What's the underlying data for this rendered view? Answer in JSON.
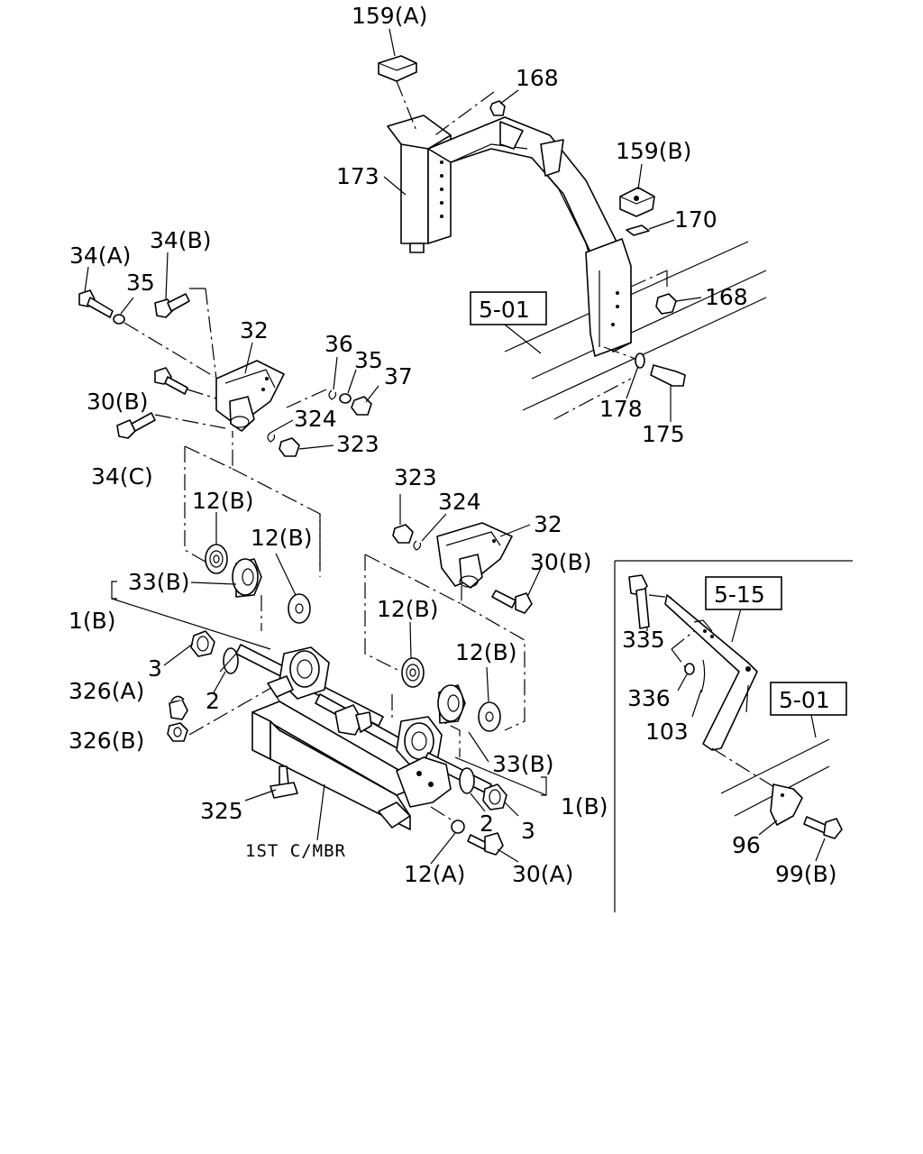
{
  "labels": {
    "p159a": "159(A)",
    "p168a": "168",
    "p159b": "159(B)",
    "p173": "173",
    "p170": "170",
    "p168b": "168",
    "ref501a": "5-01",
    "p178": "178",
    "p175": "175",
    "p34a": "34(A)",
    "p34b": "34(B)",
    "p35a": "35",
    "p32a": "32",
    "p36": "36",
    "p35b": "35",
    "p37": "37",
    "p30ba": "30(B)",
    "p324a": "324",
    "p323a": "323",
    "p34c": "34(C)",
    "p12b1": "12(B)",
    "p12b2": "12(B)",
    "p33b1": "33(B)",
    "p1b1": "1(B)",
    "p323b": "323",
    "p324b": "324",
    "p32b": "32",
    "p30bb": "30(B)",
    "p12b3": "12(B)",
    "p12b4": "12(B)",
    "p3a": "3",
    "p2a": "2",
    "p326a": "326(A)",
    "p326b": "326(B)",
    "p33b2": "33(B)",
    "p1b2": "1(B)",
    "p325": "325",
    "p2b": "2",
    "p3b": "3",
    "p12a": "12(A)",
    "p30a": "30(A)",
    "note_cmbr": "1ST C/MBR",
    "ref515": "5-15",
    "p335": "335",
    "p336": "336",
    "p103": "103",
    "ref501b": "5-01",
    "p96": "96",
    "p99b": "99(B)"
  }
}
